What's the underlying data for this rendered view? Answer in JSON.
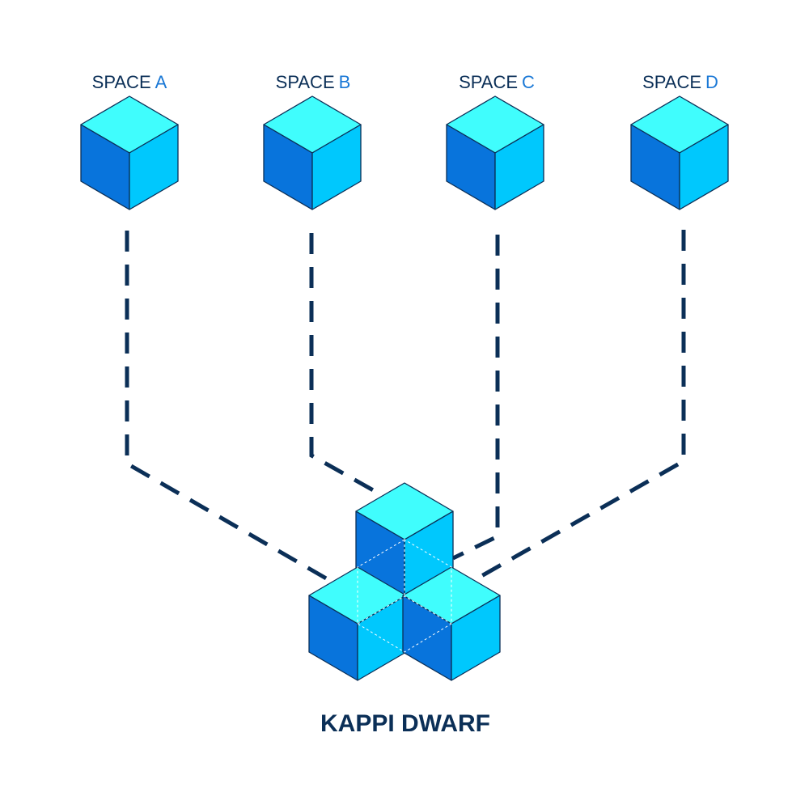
{
  "spaces": [
    {
      "prefix": "SPACE",
      "letter": "A"
    },
    {
      "prefix": "SPACE",
      "letter": "B"
    },
    {
      "prefix": "SPACE",
      "letter": "C"
    },
    {
      "prefix": "SPACE",
      "letter": "D"
    }
  ],
  "hub": {
    "label": "KAPPI DWARF"
  },
  "colors": {
    "navy": "#0b2f57",
    "accent": "#1a78d6",
    "cube_top": "#40fdfd",
    "cube_left": "#0874dc",
    "cube_right": "#00c8fd",
    "outline": "#0b2f57"
  },
  "icons": [
    "cube-icon"
  ]
}
